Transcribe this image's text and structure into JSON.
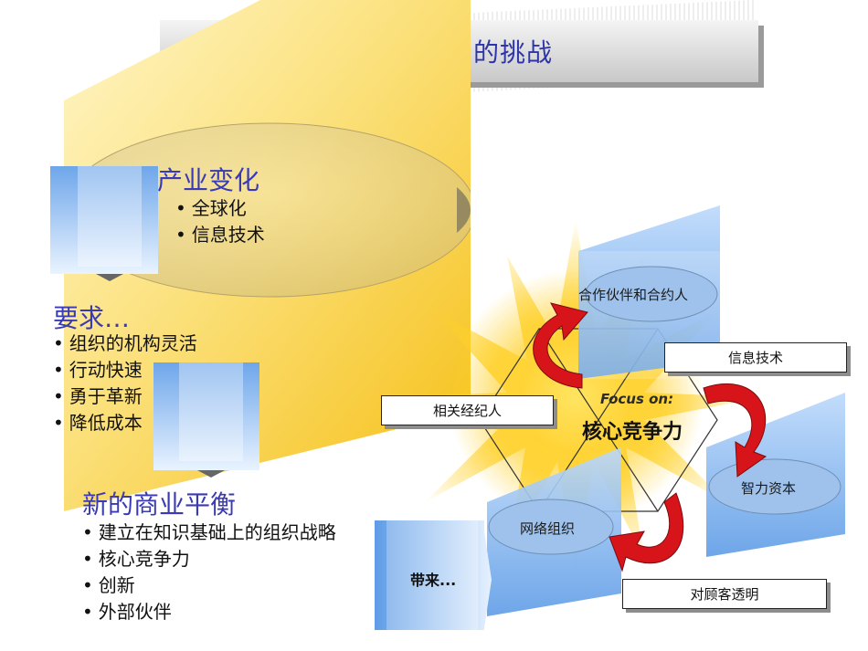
{
  "title": {
    "text": "的挑战"
  },
  "industry": {
    "heading": "产业变化",
    "bullets": [
      "全球化",
      "信息技术"
    ]
  },
  "requirements": {
    "heading": "要求…",
    "bullets": [
      "组织的机构灵活",
      "行动快速",
      "勇于革新",
      "降低成本"
    ]
  },
  "balance": {
    "heading": "新的商业平衡",
    "bullets": [
      "建立在知识基础上的组织战略",
      "核心竞争力",
      "创新",
      "外部伙伴"
    ]
  },
  "diagram": {
    "focus_label": "Focus on:",
    "center_label": "核心竞争力",
    "nodes": {
      "partners": "合作伙伴和合约人",
      "it": "信息技术",
      "brokers": "相关经纪人",
      "intellectual": "智力资本",
      "network": "网络组织",
      "transparency": "对顾客透明"
    },
    "brings": "带来..."
  },
  "colors": {
    "heading_blue": "#3a3ab4",
    "gold": "#f7c81e",
    "arrow_red": "#d8141b",
    "block_blue": "#7fb2ee"
  }
}
